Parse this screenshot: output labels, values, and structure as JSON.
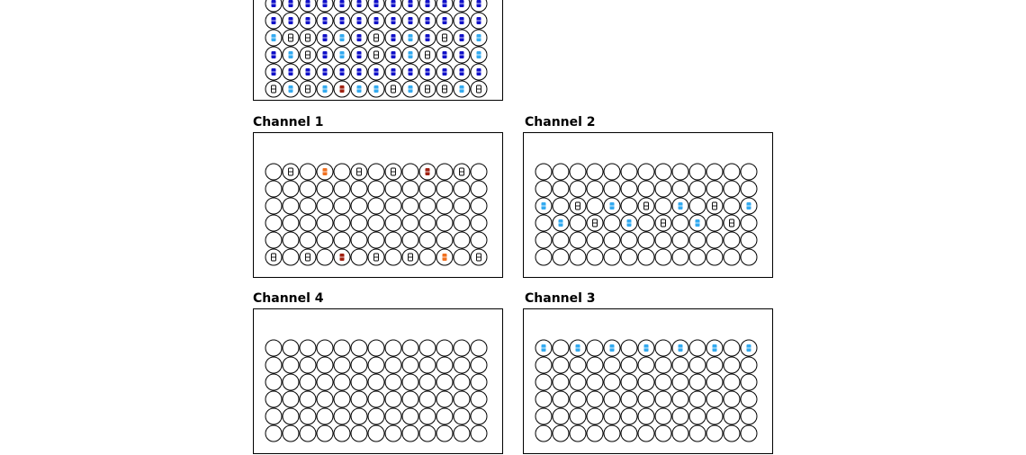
{
  "colors": {
    "blue": "#1010c8",
    "light_blue": "#33aaf0",
    "orange": "#f07020",
    "dark_red": "#a02010",
    "outline": "#000000"
  },
  "panels": [
    {
      "id": "overview",
      "title": "",
      "grid": [
        "BBBBBBBBBBBBB",
        "BBBBBBBBBBBBB",
        "LOOBLBOBLBOBL",
        "BLOBLBOBLOBBL",
        "BBBBBBBBBBBBB",
        "OLOLRLLOLOOLO"
      ]
    },
    {
      "id": "channel-1",
      "title": "Channel 1",
      "grid": [
        "-O-E-O-O-R-O-",
        "-------------",
        "-------------",
        "-------------",
        "-------------",
        "O-O-R-O-O-E-O"
      ]
    },
    {
      "id": "channel-2",
      "title": "Channel 2",
      "grid": [
        "-------------",
        "-------------",
        "L-O-L-O-L-O-L",
        "-L-O-L-O-L-O-",
        "-------------",
        "-------------"
      ]
    },
    {
      "id": "channel-4",
      "title": "Channel 4",
      "grid": [
        "-------------",
        "-------------",
        "-------------",
        "-------------",
        "-------------",
        "-------------"
      ]
    },
    {
      "id": "channel-3",
      "title": "Channel 3",
      "grid": [
        "L-L-L-L-L-L-L",
        "-------------",
        "-------------",
        "-------------",
        "-------------",
        "-------------"
      ]
    }
  ]
}
